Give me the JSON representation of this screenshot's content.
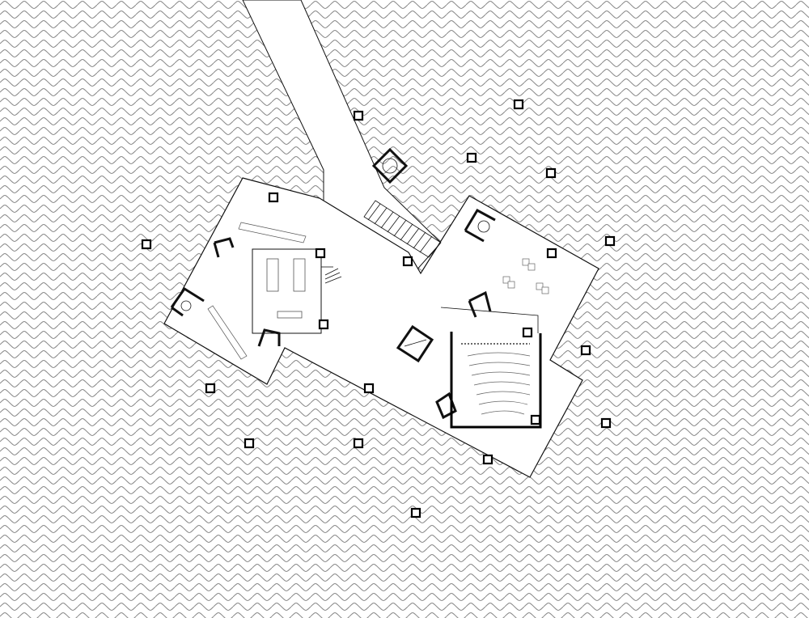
{
  "drawing": {
    "type": "architectural-floor-plan",
    "colors": {
      "background": "#ffffff",
      "water_hatch": "#8a8a8a",
      "outline": "#111111",
      "wall": "#000000",
      "furniture": "#555555"
    },
    "icons": {
      "water": "wave-hatch",
      "column": "square-column",
      "stair": "spiral-stair",
      "core": "service-core",
      "auditorium": "tiered-seating"
    },
    "counts": {
      "water_columns": 15,
      "building_columns": 5,
      "stair_cores": 6,
      "auditorium_rows": 7
    }
  }
}
